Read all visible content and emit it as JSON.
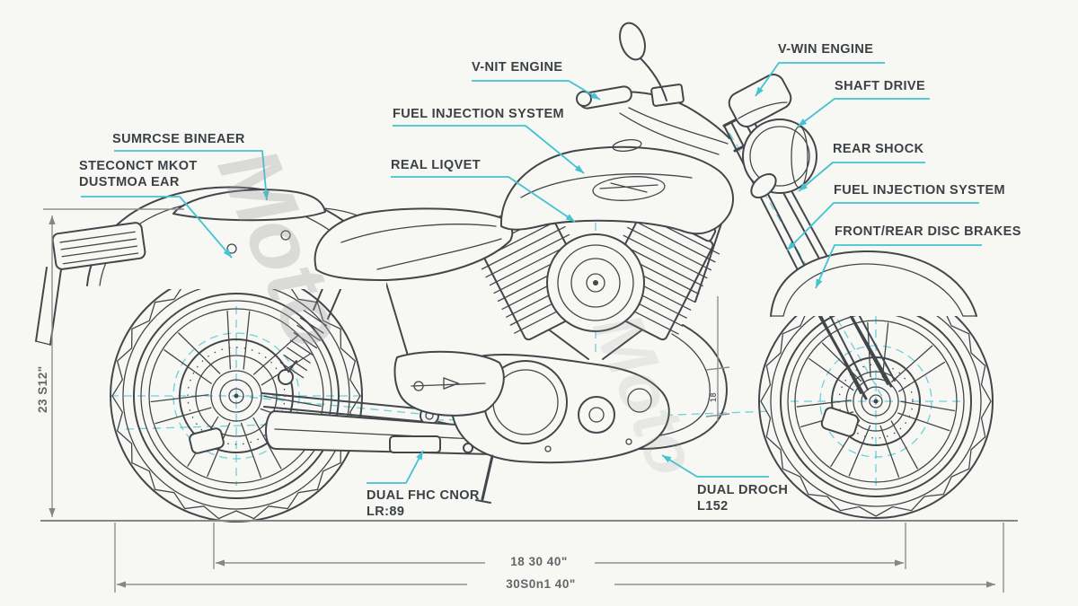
{
  "colors": {
    "background": "#f7f7f4",
    "linework": "#43474b",
    "accent_cyan": "#41c3d2",
    "dimension_gray": "#8d9094",
    "label_text": "#3c4145",
    "watermark_gray": "#9a9a9a"
  },
  "callouts": {
    "sumrcse": "SUMRCSE BINEAER",
    "steconct": "STECONCT MKOT\nDUSTMOA EAR",
    "v_nit": "V-NIT ENGINE",
    "fuel_left": "FUEL INJECTION SYSTEM",
    "real_liqvet": "REAL LIQVET",
    "v_win": "V-WIN ENGINE",
    "shaft_drive": "SHAFT DRIVE",
    "rear_shock": "REAR SHOCK",
    "fuel_right": "FUEL INJECTION SYSTEM",
    "disc_brakes": "FRONT/REAR DISC BRAKES",
    "dual_fhc": "DUAL FHC CNOR\nLR:89",
    "dual_droch": "DUAL DROCH\nL152"
  },
  "dimensions": {
    "overall_height": "23 S12\"",
    "wheelbase": "18 30 40\"",
    "overall_length": "30S0n1 40\"",
    "fork_detail": "18"
  },
  "watermark": {
    "text": "Moto"
  }
}
